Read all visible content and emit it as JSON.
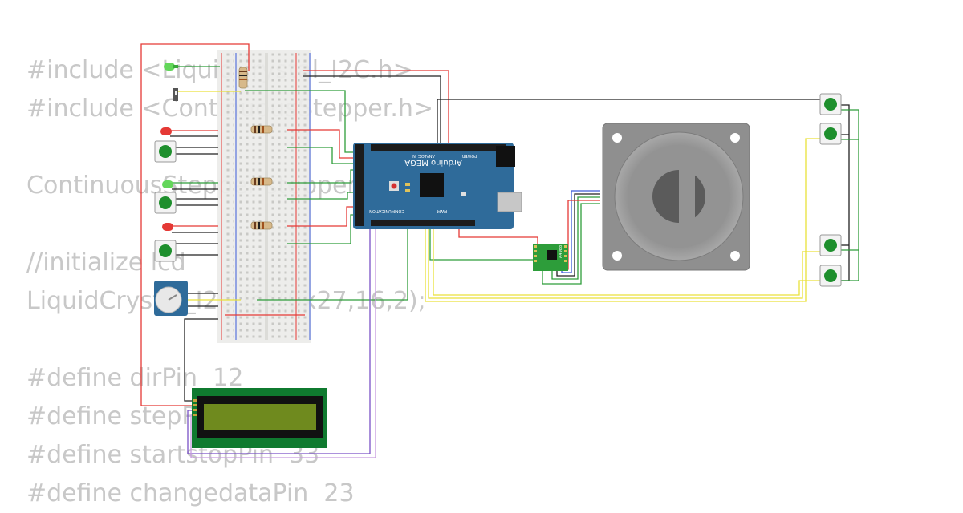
{
  "code_lines": [
    "#include <LiquidCrystal_I2C.h>",
    "#include <ContinuousStepper.h>",
    "",
    "ContinuousStepper stepper;",
    "",
    "//initialize lcd",
    "LiquidCrystal_I2C lcd(0x27,16,2);",
    "",
    "#define dirPin  12",
    "#define stepPin  11",
    "#define startstopPin  33",
    "#define changedataPin  23"
  ],
  "board": {
    "name": "Arduino MEGA",
    "labels": {
      "analog": "ANALOG IN",
      "power": "POWER",
      "communication": "COMMUNICATION",
      "pwm": "PWM"
    }
  },
  "driver": {
    "label": "A4988"
  },
  "colors": {
    "board": "#2f6b9a",
    "breadboard": "#ecece9",
    "motor": "#8f8f8f",
    "lcd_pcb": "#0f7a2f",
    "lcd_screen": "#6f8a1e",
    "wire_red": "#e53935",
    "wire_black": "#222222",
    "wire_green": "#2e9d3a",
    "wire_yellow": "#e9e13a",
    "wire_purple": "#7a52c7",
    "button": "#1e8f2d"
  }
}
